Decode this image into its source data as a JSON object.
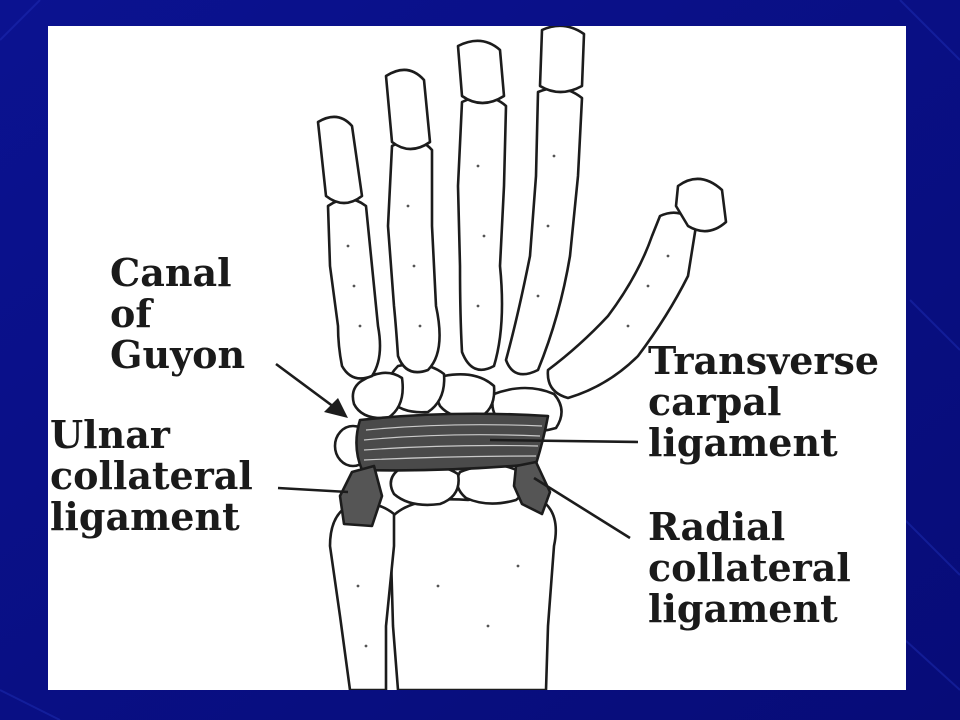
{
  "diagram": {
    "labels": {
      "canal_of_guyon": [
        "Canal",
        "of",
        "Guyon"
      ],
      "ulnar_collateral_ligament": [
        "Ulnar",
        "collateral",
        "ligament"
      ],
      "transverse_carpal_ligament": [
        "Transverse",
        "carpal",
        "ligament"
      ],
      "radial_collateral_ligament": [
        "Radial",
        "collateral",
        "ligament"
      ]
    }
  },
  "colors": {
    "slide_background": "#0a0f86",
    "panel": "#ffffff",
    "ink": "#1a1a1a"
  }
}
